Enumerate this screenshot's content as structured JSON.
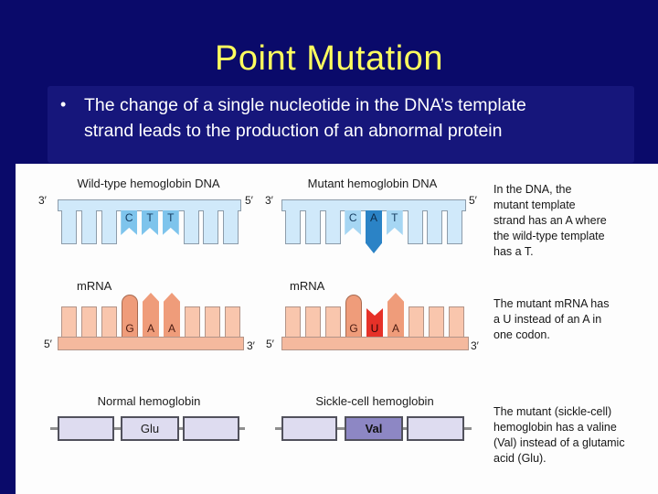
{
  "slide": {
    "title": "Point Mutation",
    "bullet_marker": "•",
    "bullet": "The change of a single nucleotide in the DNA’s template\nstrand leads to the production of an abnormal protein"
  },
  "colors": {
    "background_navy": "#0a0a6a",
    "title_yellow": "#ffff5e",
    "panel_white": "#fdfdfd",
    "dna_light_blue": "#d0e9fa",
    "dna_highlight_blue": "#7ec4ec",
    "dna_mutant_dark_blue": "#2b83c6",
    "mrna_light_salmon": "#f9c6ad",
    "mrna_highlight_salmon": "#ef9c7a",
    "mrna_mutant_red": "#e63128",
    "protein_lavender": "#dedcf0",
    "protein_mutant_purple": "#8d87c4"
  },
  "diagram": {
    "wt_dna": {
      "label": "Wild-type hemoglobin DNA",
      "left_end": "3′",
      "right_end": "5′",
      "highlight_letters": [
        "C",
        "T",
        "T"
      ]
    },
    "mut_dna": {
      "label": "Mutant hemoglobin DNA",
      "left_end": "3′",
      "right_end": "5′",
      "highlight_letters": [
        "C",
        "A",
        "T"
      ]
    },
    "wt_mrna": {
      "label": "mRNA",
      "left_end": "5′",
      "right_end": "3′",
      "highlight_letters": [
        "G",
        "A",
        "A"
      ]
    },
    "mut_mrna": {
      "label": "mRNA",
      "left_end": "5′",
      "right_end": "3′",
      "highlight_letters": [
        "G",
        "U",
        "A"
      ]
    },
    "wt_protein": {
      "label": "Normal hemoglobin",
      "residue": "Glu"
    },
    "mut_protein": {
      "label": "Sickle-cell hemoglobin",
      "residue": "Val"
    },
    "notes": [
      "In the DNA, the\nmutant template\nstrand has an A where\nthe wild-type template\nhas a T.",
      "The mutant mRNA has\na U instead of an A in\none codon.",
      "The mutant (sickle-cell)\nhemoglobin has a valine\n(Val) instead of a glutamic\nacid (Glu)."
    ]
  }
}
